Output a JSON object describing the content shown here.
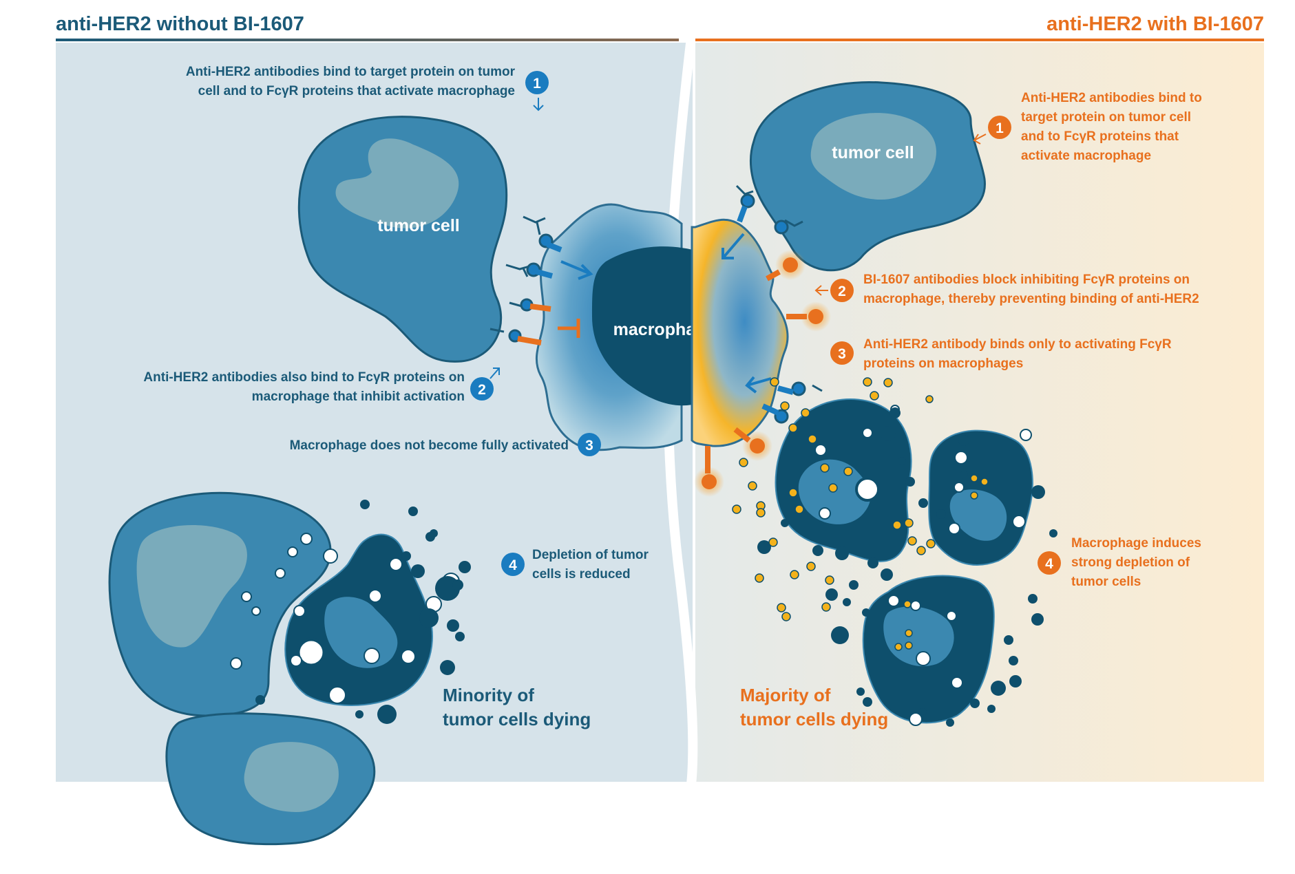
{
  "left_panel": {
    "title": "anti-HER2 without BI-1607",
    "steps": [
      {
        "number": "1",
        "lines": [
          "Anti-HER2 antibodies bind to target protein on tumor",
          "cell and to FcγR proteins that activate macrophage"
        ]
      },
      {
        "number": "2",
        "lines": [
          "Anti-HER2 antibodies also bind to FcγR proteins on",
          "macrophage that inhibit activation"
        ]
      },
      {
        "number": "3",
        "lines": [
          "Macrophage does not become fully activated"
        ]
      },
      {
        "number": "4",
        "lines": [
          "Depletion of tumor",
          "cells is reduced"
        ]
      }
    ],
    "outcome": [
      "Minority of",
      "tumor cells dying"
    ],
    "tumor_label": "tumor cell"
  },
  "right_panel": {
    "title": "anti-HER2 with BI-1607",
    "steps": [
      {
        "number": "1",
        "lines": [
          "Anti-HER2 antibodies bind to",
          "target protein on tumor cell",
          "and to FcγR proteins that",
          "activate macrophage"
        ]
      },
      {
        "number": "2",
        "lines": [
          "BI-1607 antibodies block inhibiting FcγR proteins on",
          "macrophage, thereby preventing binding of anti-HER2"
        ]
      },
      {
        "number": "3",
        "lines": [
          "Anti-HER2 antibody binds only to activating FcγR",
          "proteins on macrophages"
        ]
      },
      {
        "number": "4",
        "lines": [
          "Macrophage induces",
          "strong depletion of",
          "tumor cells"
        ]
      }
    ],
    "outcome": [
      "Majority of",
      "tumor cells dying"
    ],
    "tumor_label": "tumor cell"
  },
  "macrophage_label": "macrophage",
  "colors": {
    "blue_dark": "#1b5a78",
    "blue_badge": "#1a7cc0",
    "orange": "#e8701e",
    "left_bg": "#d6e3ea",
    "right_bg_start": "#e6ebe8",
    "right_bg_end": "#fbecd3",
    "tumor_fill": "#3b88b0",
    "tumor_nucleus": "#7aabbb",
    "dying_fill": "#0e4f6c",
    "debris_yellow": "#f4b21b"
  }
}
